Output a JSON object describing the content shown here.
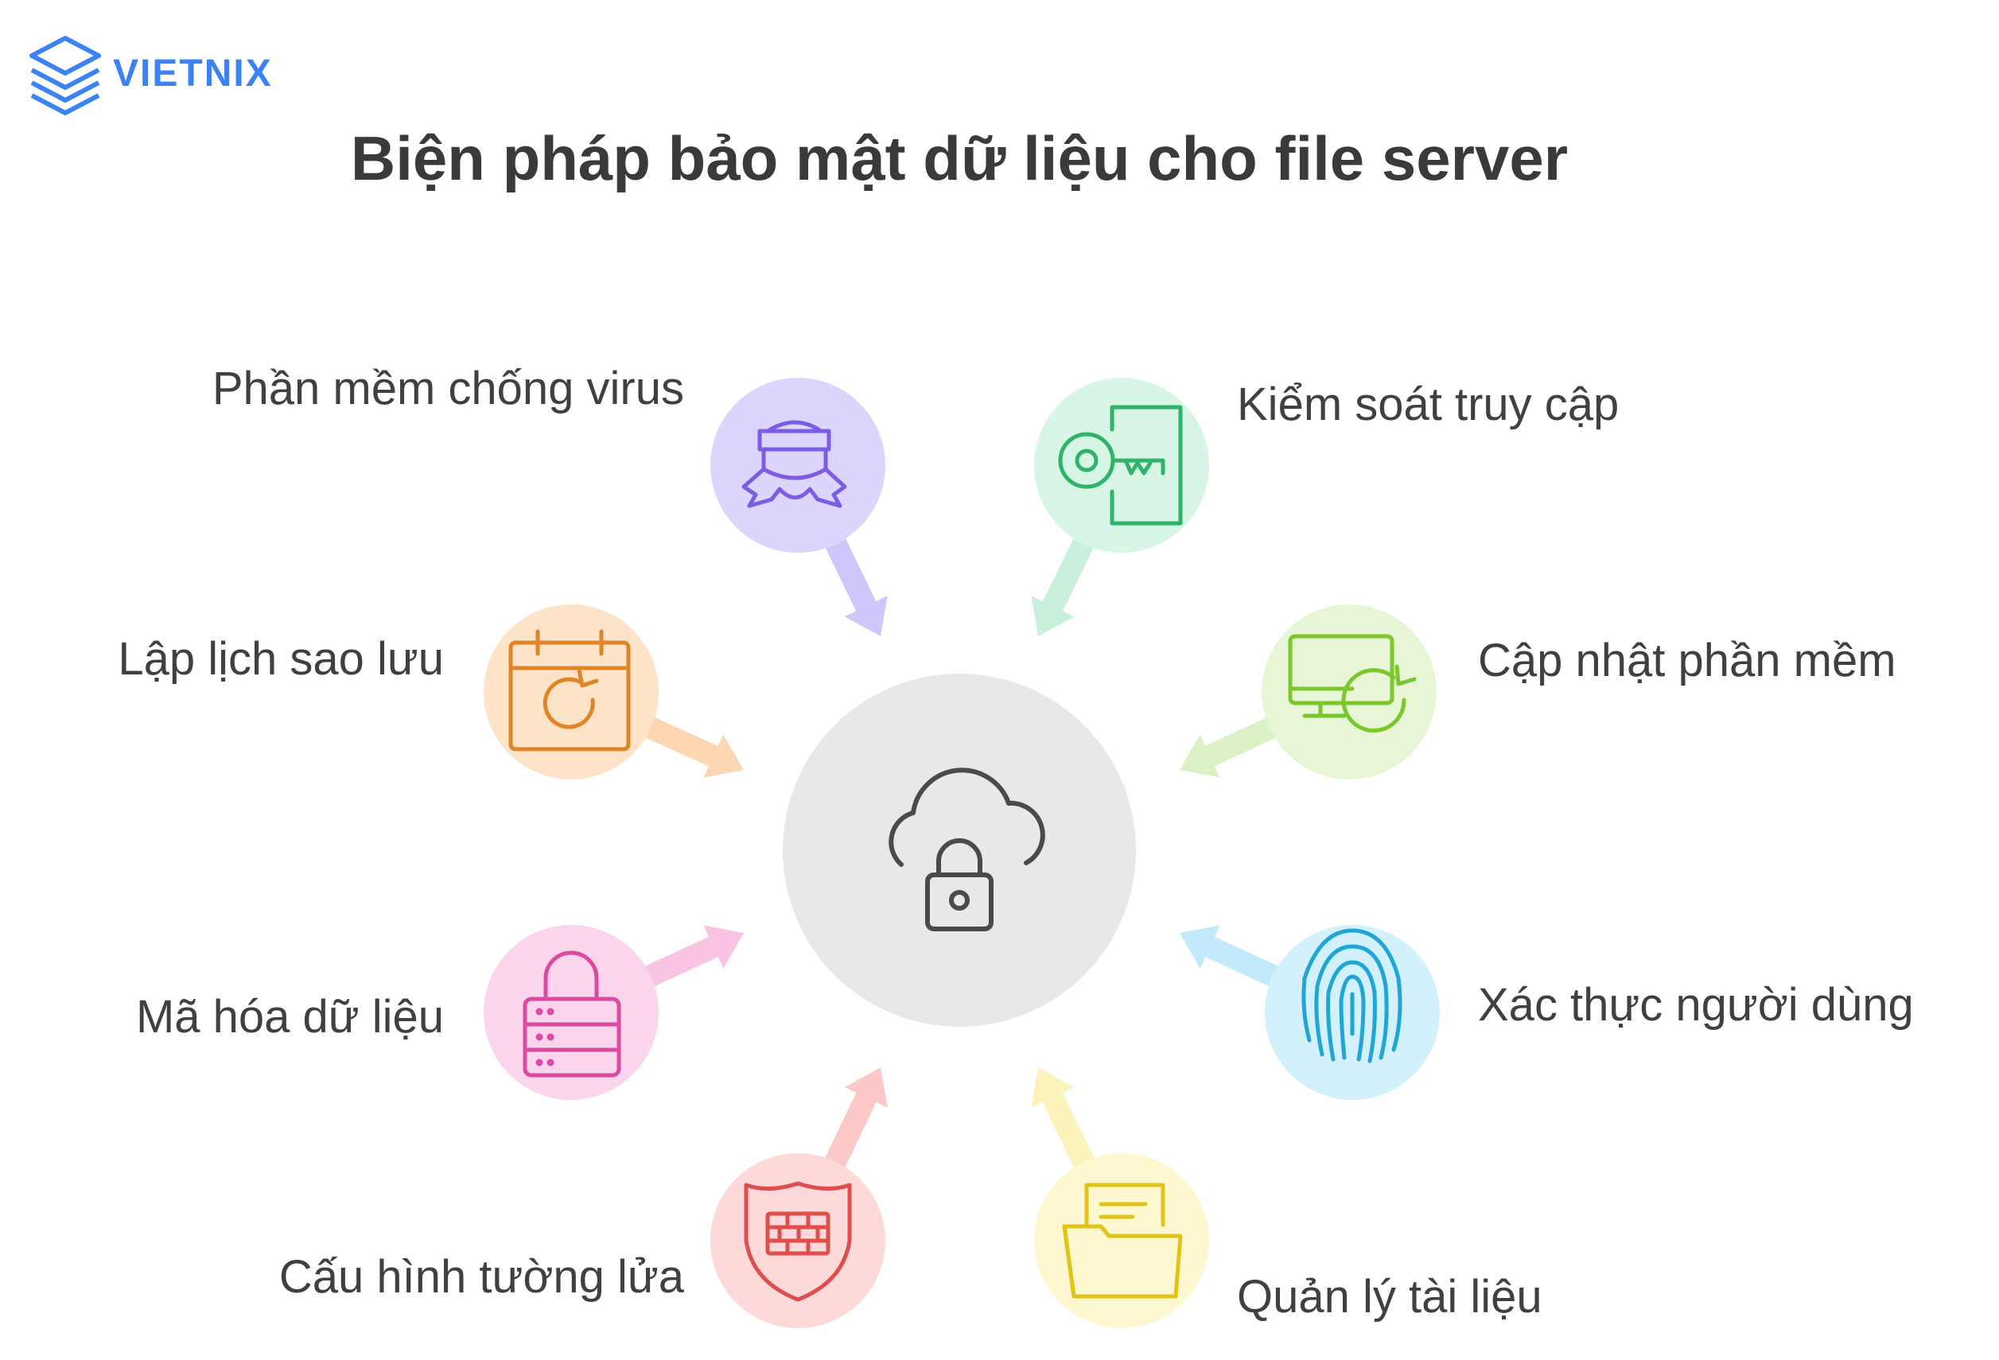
{
  "brand": {
    "name": "VIETNIX",
    "color": "#3b82f6"
  },
  "title": "Biện pháp bảo mật dữ liệu cho file server",
  "center": {
    "icon": "cloud-lock-icon",
    "fill": "#e8e8e8",
    "stroke": "#4a4a4a"
  },
  "nodes": [
    {
      "label": "Phần mềm chống virus",
      "icon": "shield-ribbon-icon",
      "fill": "#dcd5fd",
      "arrow": "#cfc6fb",
      "stroke": "#7c5ce6"
    },
    {
      "label": "Kiểm soát truy cập",
      "icon": "door-key-icon",
      "fill": "#d8f6e6",
      "arrow": "#c8f0da",
      "stroke": "#2fb36b"
    },
    {
      "label": "Cập nhật phần mềm",
      "icon": "monitor-refresh-icon",
      "fill": "#e7f7d6",
      "arrow": "#dcf2c6",
      "stroke": "#7cc62e"
    },
    {
      "label": "Xác thực người dùng",
      "icon": "fingerprint-icon",
      "fill": "#d3f1fc",
      "arrow": "#c3eafa",
      "stroke": "#1fa6d6"
    },
    {
      "label": "Quản lý tài liệu",
      "icon": "folder-document-icon",
      "fill": "#fdf8cf",
      "arrow": "#fbf3bb",
      "stroke": "#e0c417"
    },
    {
      "label": "Cấu hình tường lửa",
      "icon": "firewall-shield-icon",
      "fill": "#fdd9d9",
      "arrow": "#fcc8c8",
      "stroke": "#e04d4d"
    },
    {
      "label": "Mã hóa dữ liệu",
      "icon": "server-lock-icon",
      "fill": "#fbd5ec",
      "arrow": "#f9c4e3",
      "stroke": "#dc4aa0"
    },
    {
      "label": "Lập lịch sao lưu",
      "icon": "calendar-refresh-icon",
      "fill": "#fde3c8",
      "arrow": "#fcd7b2",
      "stroke": "#e08428"
    }
  ]
}
